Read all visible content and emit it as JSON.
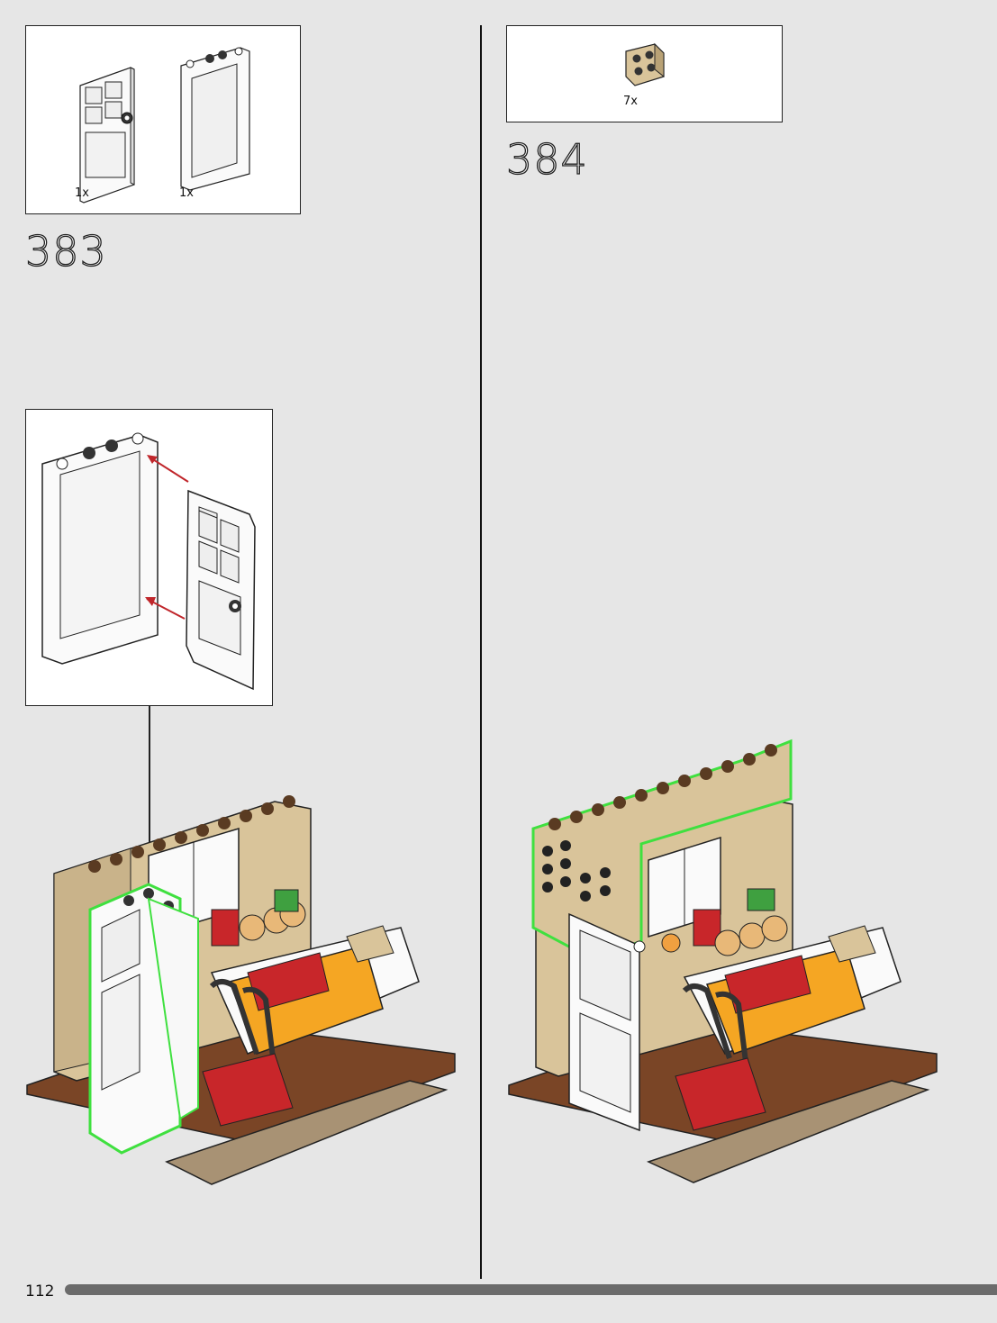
{
  "page": {
    "number": "112"
  },
  "step_383": {
    "number": "383",
    "parts": [
      {
        "name": "door",
        "qty": "1x"
      },
      {
        "name": "door-frame",
        "qty": "1x"
      }
    ]
  },
  "step_384": {
    "number": "384",
    "parts": [
      {
        "name": "tan-brick-2x2",
        "qty": "7x"
      }
    ]
  },
  "colors": {
    "tan": "#d9c49a",
    "dark_tan": "#a89274",
    "brown": "#6b3a22",
    "highlight": "#3fe03f",
    "arrow": "#c0262b",
    "yellow": "#f5a623",
    "red": "#c8262a"
  }
}
